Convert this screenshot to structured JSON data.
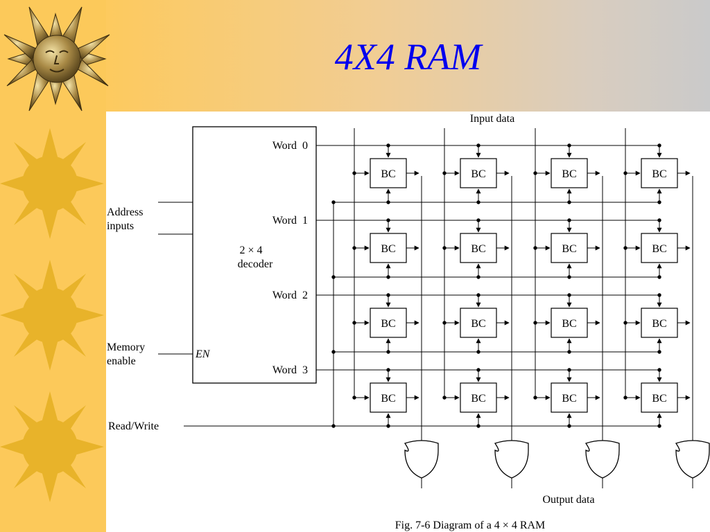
{
  "slide": {
    "title": "4X4 RAM",
    "colors": {
      "title": "#0000ee",
      "strip": "#fcc95a",
      "sun": "#e8b32a"
    }
  },
  "decorations": {
    "icons": [
      "bronze-sun-face-icon",
      "sun-icon",
      "sun-icon",
      "sun-icon"
    ]
  },
  "diagram": {
    "input_label": "Input data",
    "output_label": "Output data",
    "decoder_label_1": "2 × 4",
    "decoder_label_2": "decoder",
    "enable_label": "EN",
    "words": [
      "Word  0",
      "Word  1",
      "Word  2",
      "Word  3"
    ],
    "address_label_1": "Address",
    "address_label_2": "inputs",
    "memory_label_1": "Memory",
    "memory_label_2": "enable",
    "rw_label": "Read/Write",
    "cell_label": "BC",
    "caption": "Fig. 7-6 Diagram of a 4 × 4 RAM"
  }
}
